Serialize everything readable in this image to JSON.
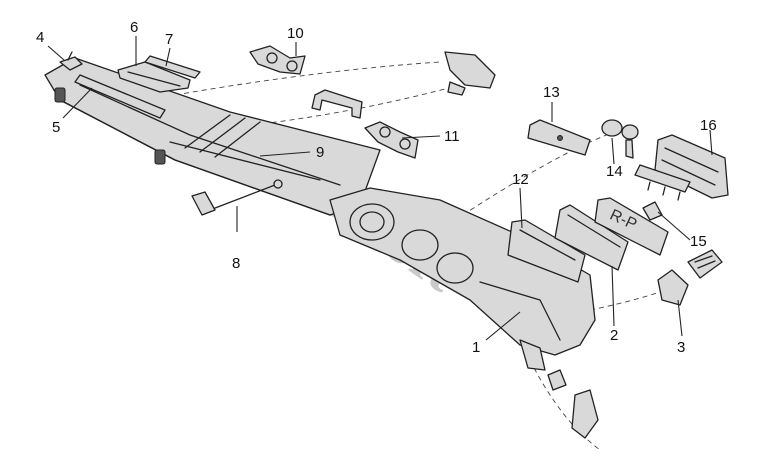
{
  "diagram": {
    "callouts": [
      {
        "id": "callout-1",
        "label": "1"
      },
      {
        "id": "callout-2",
        "label": "2"
      },
      {
        "id": "callout-3",
        "label": "3"
      },
      {
        "id": "callout-4",
        "label": "4"
      },
      {
        "id": "callout-5",
        "label": "5"
      },
      {
        "id": "callout-6",
        "label": "6"
      },
      {
        "id": "callout-7",
        "label": "7"
      },
      {
        "id": "callout-8",
        "label": "8"
      },
      {
        "id": "callout-9",
        "label": "9"
      },
      {
        "id": "callout-10",
        "label": "10"
      },
      {
        "id": "callout-11",
        "label": "11"
      },
      {
        "id": "callout-12",
        "label": "12"
      },
      {
        "id": "callout-13",
        "label": "13"
      },
      {
        "id": "callout-14",
        "label": "14"
      },
      {
        "id": "callout-15",
        "label": "15"
      },
      {
        "id": "callout-16",
        "label": "16"
      }
    ],
    "watermark": "Autosoft",
    "colors": {
      "line": "#222222",
      "fill": "#d9d9d9",
      "background": "#ffffff"
    }
  }
}
